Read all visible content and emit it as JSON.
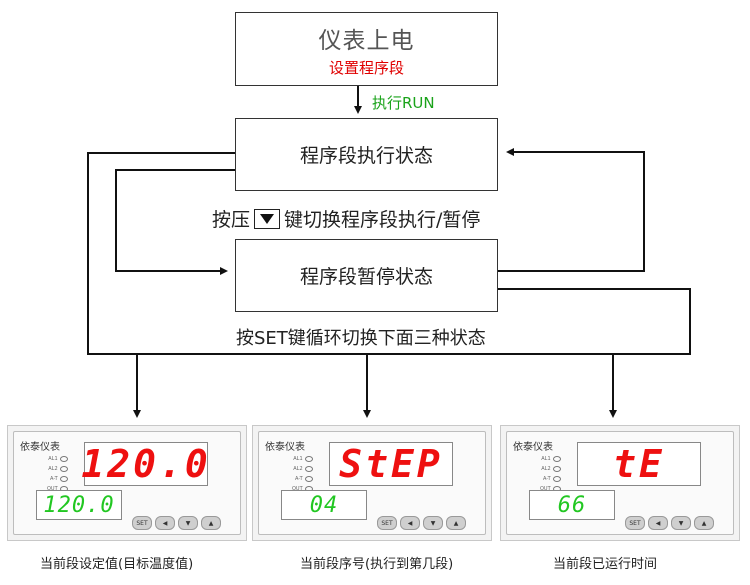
{
  "steps": {
    "power_on": "仪表上电",
    "set_program": "设置程序段",
    "run_label": "执行RUN",
    "exec_state": "程序段执行状态",
    "key_prefix": "按压",
    "key_suffix": "键切换程序段执行/暂停",
    "pause_state": "程序段暂停状态",
    "set_cycle": "按SET键循环切换下面三种状态"
  },
  "panels": [
    {
      "brand": "依泰仪表",
      "top_display": "120.0",
      "bottom_display": "120.0",
      "caption": "当前段设定值(目标温度值)"
    },
    {
      "brand": "依泰仪表",
      "top_display": "StEP",
      "bottom_display": "04",
      "caption": "当前段序号(执行到第几段)"
    },
    {
      "brand": "依泰仪表",
      "top_display": "tE",
      "bottom_display": "66",
      "caption": "当前段已运行时间"
    }
  ],
  "leds": [
    "AL1",
    "AL2",
    "A-T",
    "OUT"
  ],
  "button_set": "SET",
  "colors": {
    "red_text": "#e00000",
    "green_text": "#1aa31a",
    "led_red": "#ee1010",
    "led_green": "#22c722"
  }
}
